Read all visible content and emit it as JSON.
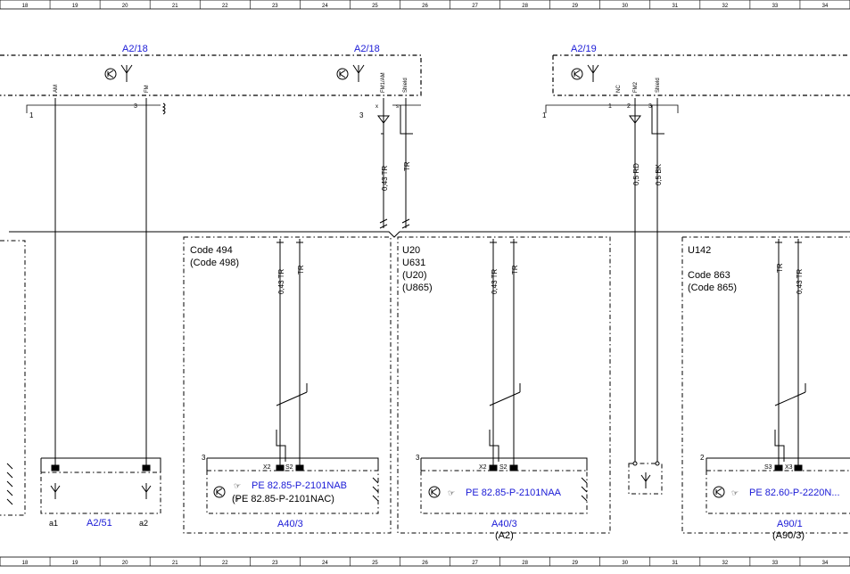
{
  "grid": {
    "columns": [
      "18",
      "19",
      "20",
      "21",
      "22",
      "23",
      "24",
      "25",
      "26",
      "27",
      "28",
      "29",
      "30",
      "31",
      "32",
      "33",
      "34"
    ]
  },
  "components": {
    "a2_18_left": "A2/18",
    "a2_18_right": "A2/18",
    "a2_19": "A2/19",
    "a2_51": "A2/51",
    "a40_3_left": "A40/3",
    "a40_3_mid": "A40/3",
    "a40_3_mid_alt": "(A2)",
    "a90_1": "A90/1",
    "a90_1_alt": "(A90/3)"
  },
  "pins": {
    "am": "AM",
    "fm": "FM",
    "fm1am": "FM1/AM",
    "shield": "Shield",
    "nc": "NC",
    "fm2": "FM2",
    "shield2": "Shield",
    "p1": "1",
    "p3": "3",
    "p3b": "3",
    "x": "x",
    "s": "s",
    "p1b": "1",
    "p1c": "1",
    "p2": "2",
    "p3c": "3",
    "a1": "a1",
    "a2": "a2",
    "x2_left": "X2",
    "s2_left": "S2",
    "x2_mid": "X2",
    "s2_mid": "S2",
    "s3": "S3",
    "x3": "X3",
    "n3_left": "3",
    "n3_mid": "3",
    "n2_right": "2"
  },
  "wires": {
    "w043tr_1": "0,43 TR",
    "wtr_1": "TR",
    "w05rd": "0,5 RD",
    "w05bk": "0,5 BK",
    "w043tr_2": "0,43 TR",
    "wtr_2": "TR",
    "w043tr_3": "0,43 TR",
    "wtr_3": "TR",
    "wtr_4": "TR",
    "w043tr_4": "0,43 TR"
  },
  "codes": {
    "left_line1": "Code 494",
    "left_line2": "(Code 498)",
    "mid_line1": "U20",
    "mid_line2": "U631",
    "mid_line3": "(U20)",
    "mid_line4": "(U865)",
    "right_line1": "U142",
    "right_line2": "Code 863",
    "right_line3": "(Code 865)"
  },
  "references": {
    "ref_left_1": "PE 82.85-P-2101NAB",
    "ref_left_2": "(PE 82.85-P-2101NAC)",
    "ref_mid": "PE 82.85-P-2101NAA",
    "ref_right": "PE 82.60-P-2220N..."
  },
  "colors": {
    "link_blue": "#1a1ad6",
    "line": "#000000"
  }
}
